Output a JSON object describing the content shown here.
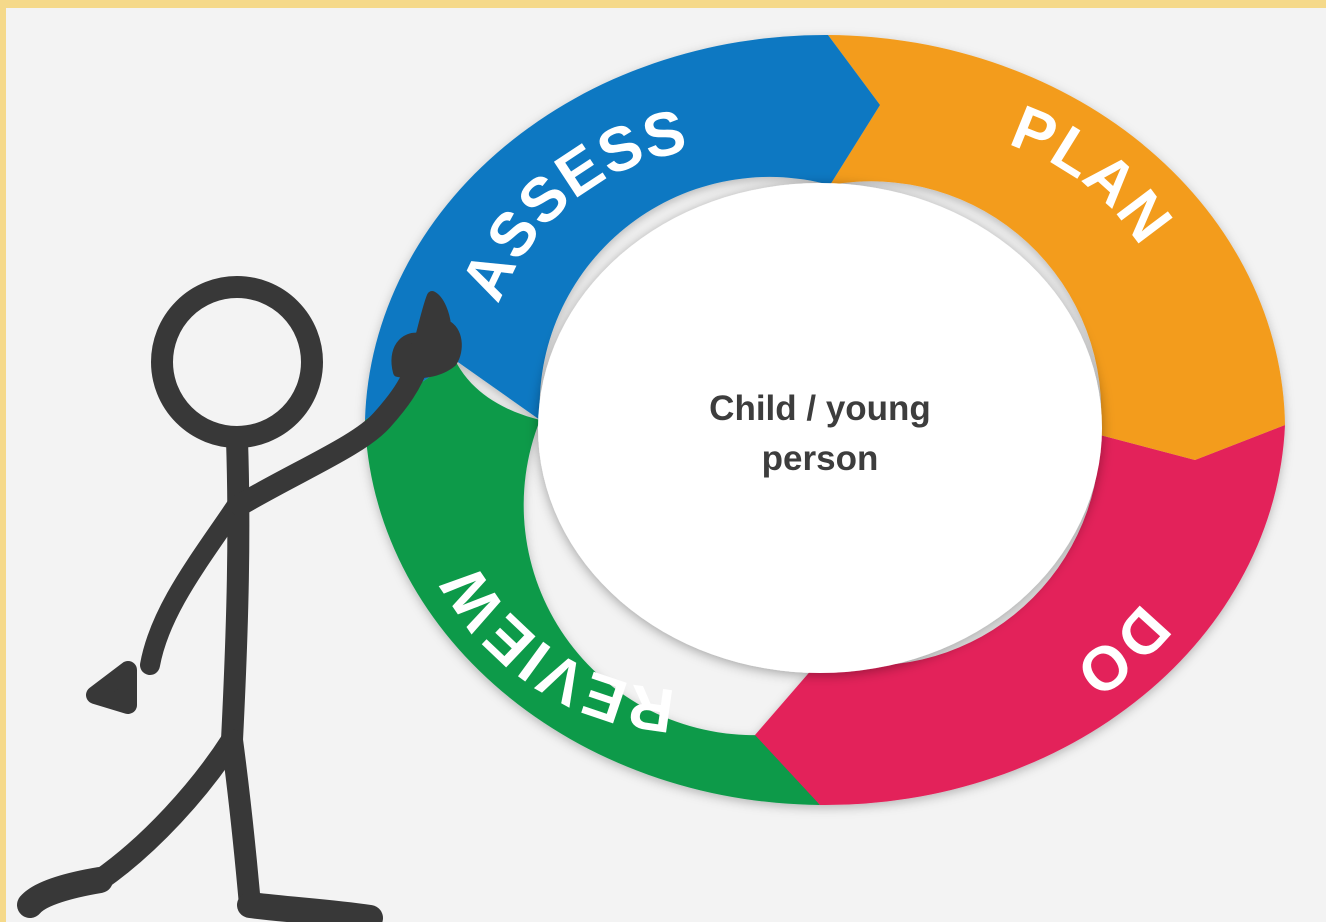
{
  "diagram": {
    "center": {
      "line1": "Child / young",
      "line2": "person"
    },
    "segments": [
      {
        "id": "assess",
        "label": "ASSESS",
        "color": "#0a78c2"
      },
      {
        "id": "plan",
        "label": "PLAN",
        "color": "#f39c1f"
      },
      {
        "id": "do",
        "label": "DO",
        "color": "#e3215a"
      },
      {
        "id": "review",
        "label": "REVIEW",
        "color": "#0b9a48"
      }
    ],
    "figure": {
      "description_icon": "stick-figure-pointing-icon",
      "color": "#383838"
    },
    "colors": {
      "background": "#f3f3f3",
      "inner_circle": "#ffffff",
      "center_text": "#3d3d3d",
      "frame_edge": "#f5d98a"
    }
  }
}
